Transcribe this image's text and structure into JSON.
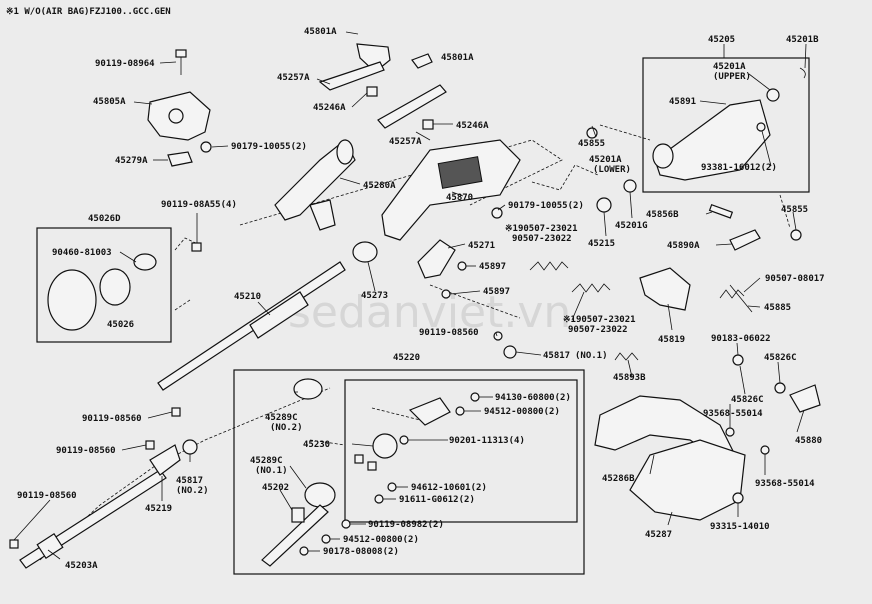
{
  "header": "※1 W/O(AIR BAG)FZJ100..GCC.GEN",
  "watermark": "sedanviet.vn",
  "labels": {
    "l45801a_top": "45801A",
    "l90119_08964": "90119-08964",
    "l45801a": "45801A",
    "l45257a_1": "45257A",
    "l45805a": "45805A",
    "l45246a_1": "45246A",
    "l45257a_2": "45257A",
    "l45246a_2": "45246A",
    "l90179_10055_a": "90179-10055(2)",
    "l45279a": "45279A",
    "l45280a": "45280A",
    "l90119_08a55": "90119-08A55(4)",
    "l45026d": "45026D",
    "l90460_81003": "90460-81003",
    "l45026": "45026",
    "l45210": "45210",
    "l45273": "45273",
    "l45870": "45870",
    "l90179_10055_b": "90179-10055(2)",
    "l190507_23021": "※190507-23021",
    "l90507_23022": "90507-23022",
    "l45271": "45271",
    "l45897_1": "45897",
    "l45897_2": "45897",
    "l45205": "45205",
    "l45201b": "45201B",
    "l45201a_upper": "45201A",
    "upper": "(UPPER)",
    "l45891": "45891",
    "l45855_1": "45855",
    "l93381_16012": "93381-16012(2)",
    "l45201a_lower": "45201A",
    "lower": "(LOWER)",
    "l45215": "45215",
    "l45201g": "45201G",
    "l45856b": "45856B",
    "l45855_2": "45855",
    "l45890a": "45890A",
    "l90507_08017": "90507-08017",
    "l45885": "45885",
    "l190507_23021_b": "※190507-23021",
    "l90507_23022_b": "90507-23022",
    "l45819": "45819",
    "l90183_06022": "90183-06022",
    "l45826c_1": "45826C",
    "l45826c_2": "45826C",
    "l90119_08560_top": "90119-08560",
    "l45817_no1": "45817",
    "no1_a": "(NO.1)",
    "l45893b": "45893B",
    "l45220": "45220",
    "l94130_60800": "94130-60800(2)",
    "l94512_00800_a": "94512-00800(2)",
    "l90201_11313": "90201-11313(4)",
    "l45289c_no2": "45289C",
    "no2_a": "(NO.2)",
    "l45230": "45230",
    "l45289c_no1": "45289C",
    "no1_b": "(NO.1)",
    "l45202": "45202",
    "l94612_10601": "94612-10601(2)",
    "l91611_g0612": "91611-G0612(2)",
    "l90119_08982": "90119-08982(2)",
    "l94512_00800_b": "94512-00800(2)",
    "l90178_08008": "90178-08008(2)",
    "l90119_08560_a": "90119-08560",
    "l90119_08560_b": "90119-08560",
    "l90119_08560_c": "90119-08560",
    "l45817_no2": "45817",
    "no2_b": "(NO.2)",
    "l45219": "45219",
    "l45203a": "45203A",
    "l45286b": "45286B",
    "l45287": "45287",
    "l93568_55014_a": "93568-55014",
    "l93568_55014_b": "93568-55014",
    "l93315_14010": "93315-14010",
    "l45880": "45880"
  }
}
